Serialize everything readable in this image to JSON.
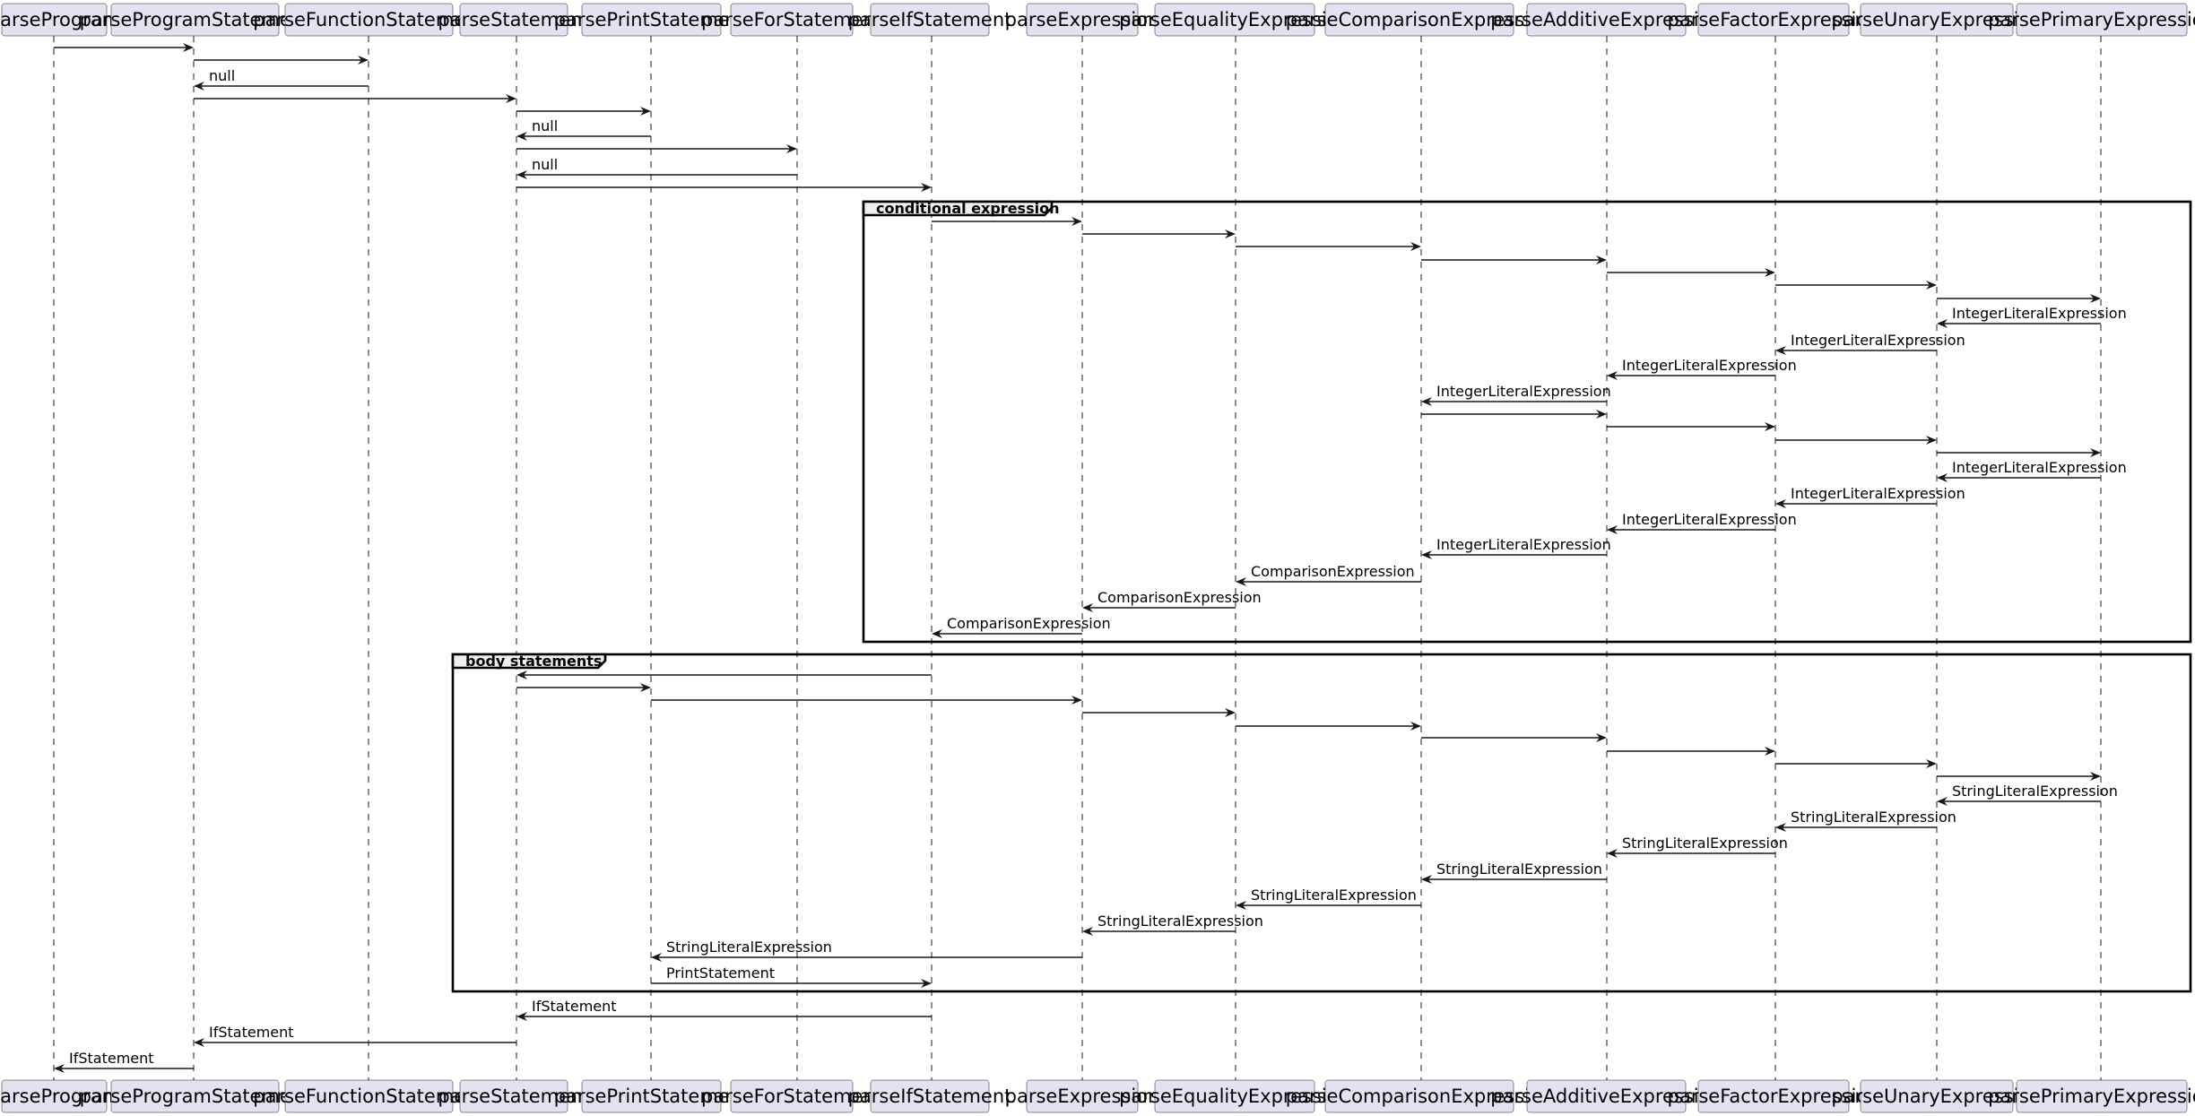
{
  "participants": [
    {
      "id": "parseProgram",
      "label": "parseProgram"
    },
    {
      "id": "parseProgramStatement",
      "label": "parseProgramStatement"
    },
    {
      "id": "parseFunctionStatement",
      "label": "parseFunctionStatement"
    },
    {
      "id": "parseStatement",
      "label": "parseStatement"
    },
    {
      "id": "parsePrintStatement",
      "label": "parsePrintStatement"
    },
    {
      "id": "parseForStatement",
      "label": "parseForStatement"
    },
    {
      "id": "parseIfStatement",
      "label": "parseIfStatement"
    },
    {
      "id": "parseExpression",
      "label": "parseExpression"
    },
    {
      "id": "parseEqualityExpression",
      "label": "parseEqualityExpression"
    },
    {
      "id": "parseComparisonExpression",
      "label": "parseComparisonExpression"
    },
    {
      "id": "parseAdditiveExpression",
      "label": "parseAdditiveExpression"
    },
    {
      "id": "parseFactorExpression",
      "label": "parseFactorExpression"
    },
    {
      "id": "parseUnaryExpression",
      "label": "parseUnaryExpression"
    },
    {
      "id": "parsePrimaryExpression",
      "label": "parsePrimaryExpression"
    }
  ],
  "messages": [
    {
      "from": "parseProgram",
      "to": "parseProgramStatement",
      "label": ""
    },
    {
      "from": "parseProgramStatement",
      "to": "parseFunctionStatement",
      "label": ""
    },
    {
      "from": "parseFunctionStatement",
      "to": "parseProgramStatement",
      "label": "null"
    },
    {
      "from": "parseProgramStatement",
      "to": "parseStatement",
      "label": ""
    },
    {
      "from": "parseStatement",
      "to": "parsePrintStatement",
      "label": ""
    },
    {
      "from": "parsePrintStatement",
      "to": "parseStatement",
      "label": "null"
    },
    {
      "from": "parseStatement",
      "to": "parseForStatement",
      "label": ""
    },
    {
      "from": "parseForStatement",
      "to": "parseStatement",
      "label": "null"
    },
    {
      "from": "parseStatement",
      "to": "parseIfStatement",
      "label": ""
    },
    {
      "from": "parseIfStatement",
      "to": "parseExpression",
      "label": ""
    },
    {
      "from": "parseExpression",
      "to": "parseEqualityExpression",
      "label": ""
    },
    {
      "from": "parseEqualityExpression",
      "to": "parseComparisonExpression",
      "label": ""
    },
    {
      "from": "parseComparisonExpression",
      "to": "parseAdditiveExpression",
      "label": ""
    },
    {
      "from": "parseAdditiveExpression",
      "to": "parseFactorExpression",
      "label": ""
    },
    {
      "from": "parseFactorExpression",
      "to": "parseUnaryExpression",
      "label": ""
    },
    {
      "from": "parseUnaryExpression",
      "to": "parsePrimaryExpression",
      "label": ""
    },
    {
      "from": "parsePrimaryExpression",
      "to": "parseUnaryExpression",
      "label": "IntegerLiteralExpression"
    },
    {
      "from": "parseUnaryExpression",
      "to": "parseFactorExpression",
      "label": "IntegerLiteralExpression"
    },
    {
      "from": "parseFactorExpression",
      "to": "parseAdditiveExpression",
      "label": "IntegerLiteralExpression"
    },
    {
      "from": "parseAdditiveExpression",
      "to": "parseComparisonExpression",
      "label": "IntegerLiteralExpression"
    },
    {
      "from": "parseComparisonExpression",
      "to": "parseAdditiveExpression",
      "label": ""
    },
    {
      "from": "parseAdditiveExpression",
      "to": "parseFactorExpression",
      "label": ""
    },
    {
      "from": "parseFactorExpression",
      "to": "parseUnaryExpression",
      "label": ""
    },
    {
      "from": "parseUnaryExpression",
      "to": "parsePrimaryExpression",
      "label": ""
    },
    {
      "from": "parsePrimaryExpression",
      "to": "parseUnaryExpression",
      "label": "IntegerLiteralExpression"
    },
    {
      "from": "parseUnaryExpression",
      "to": "parseFactorExpression",
      "label": "IntegerLiteralExpression"
    },
    {
      "from": "parseFactorExpression",
      "to": "parseAdditiveExpression",
      "label": "IntegerLiteralExpression"
    },
    {
      "from": "parseAdditiveExpression",
      "to": "parseComparisonExpression",
      "label": "IntegerLiteralExpression"
    },
    {
      "from": "parseComparisonExpression",
      "to": "parseEqualityExpression",
      "label": "ComparisonExpression"
    },
    {
      "from": "parseEqualityExpression",
      "to": "parseExpression",
      "label": "ComparisonExpression"
    },
    {
      "from": "parseExpression",
      "to": "parseIfStatement",
      "label": "ComparisonExpression"
    },
    {
      "from": "parseIfStatement",
      "to": "parseStatement",
      "label": ""
    },
    {
      "from": "parseStatement",
      "to": "parsePrintStatement",
      "label": ""
    },
    {
      "from": "parsePrintStatement",
      "to": "parseExpression",
      "label": ""
    },
    {
      "from": "parseExpression",
      "to": "parseEqualityExpression",
      "label": ""
    },
    {
      "from": "parseEqualityExpression",
      "to": "parseComparisonExpression",
      "label": ""
    },
    {
      "from": "parseComparisonExpression",
      "to": "parseAdditiveExpression",
      "label": ""
    },
    {
      "from": "parseAdditiveExpression",
      "to": "parseFactorExpression",
      "label": ""
    },
    {
      "from": "parseFactorExpression",
      "to": "parseUnaryExpression",
      "label": ""
    },
    {
      "from": "parseUnaryExpression",
      "to": "parsePrimaryExpression",
      "label": ""
    },
    {
      "from": "parsePrimaryExpression",
      "to": "parseUnaryExpression",
      "label": "StringLiteralExpression"
    },
    {
      "from": "parseUnaryExpression",
      "to": "parseFactorExpression",
      "label": "StringLiteralExpression"
    },
    {
      "from": "parseFactorExpression",
      "to": "parseAdditiveExpression",
      "label": "StringLiteralExpression"
    },
    {
      "from": "parseAdditiveExpression",
      "to": "parseComparisonExpression",
      "label": "StringLiteralExpression"
    },
    {
      "from": "parseComparisonExpression",
      "to": "parseEqualityExpression",
      "label": "StringLiteralExpression"
    },
    {
      "from": "parseEqualityExpression",
      "to": "parseExpression",
      "label": "StringLiteralExpression"
    },
    {
      "from": "parseExpression",
      "to": "parsePrintStatement",
      "label": "StringLiteralExpression"
    },
    {
      "from": "parsePrintStatement",
      "to": "parseIfStatement",
      "label": "PrintStatement"
    },
    {
      "from": "parseIfStatement",
      "to": "parseStatement",
      "label": "IfStatement"
    },
    {
      "from": "parseStatement",
      "to": "parseProgramStatement",
      "label": "IfStatement"
    },
    {
      "from": "parseProgramStatement",
      "to": "parseProgram",
      "label": "IfStatement"
    }
  ],
  "groups": [
    {
      "title": "conditional expression",
      "first_message": 9,
      "last_message": 30
    },
    {
      "title": "body statements",
      "first_message": 31,
      "last_message": 47
    }
  ]
}
